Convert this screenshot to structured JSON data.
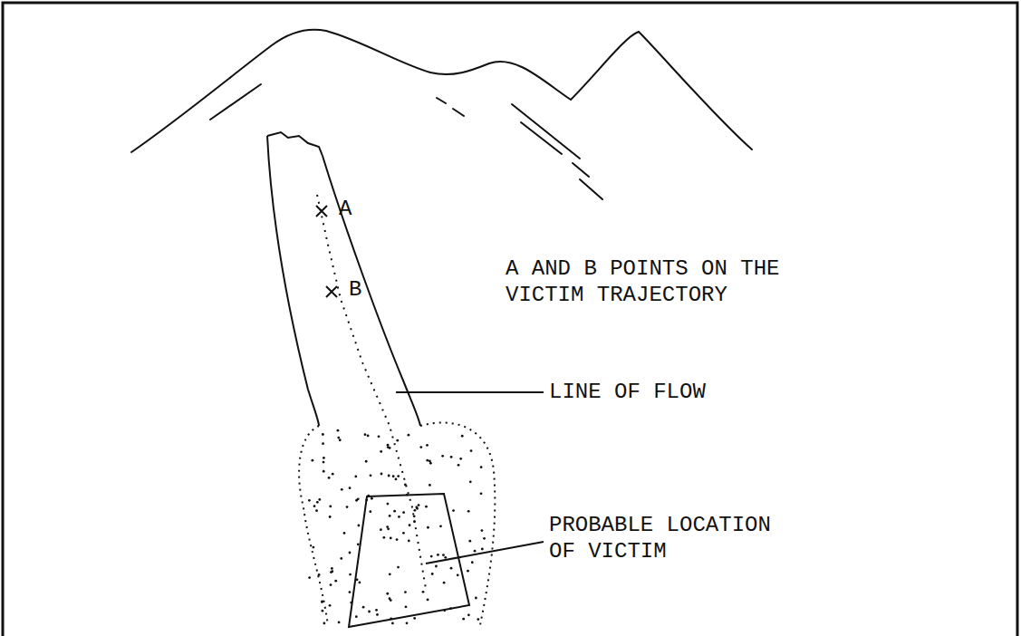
{
  "diagram": {
    "labels": [
      "A",
      "B",
      "A AND B POINTS ON THE VICTIM TRAJECTORY",
      "LINE OF FLOW",
      "PROBABLE LOCATION OF VICTIM"
    ]
  }
}
